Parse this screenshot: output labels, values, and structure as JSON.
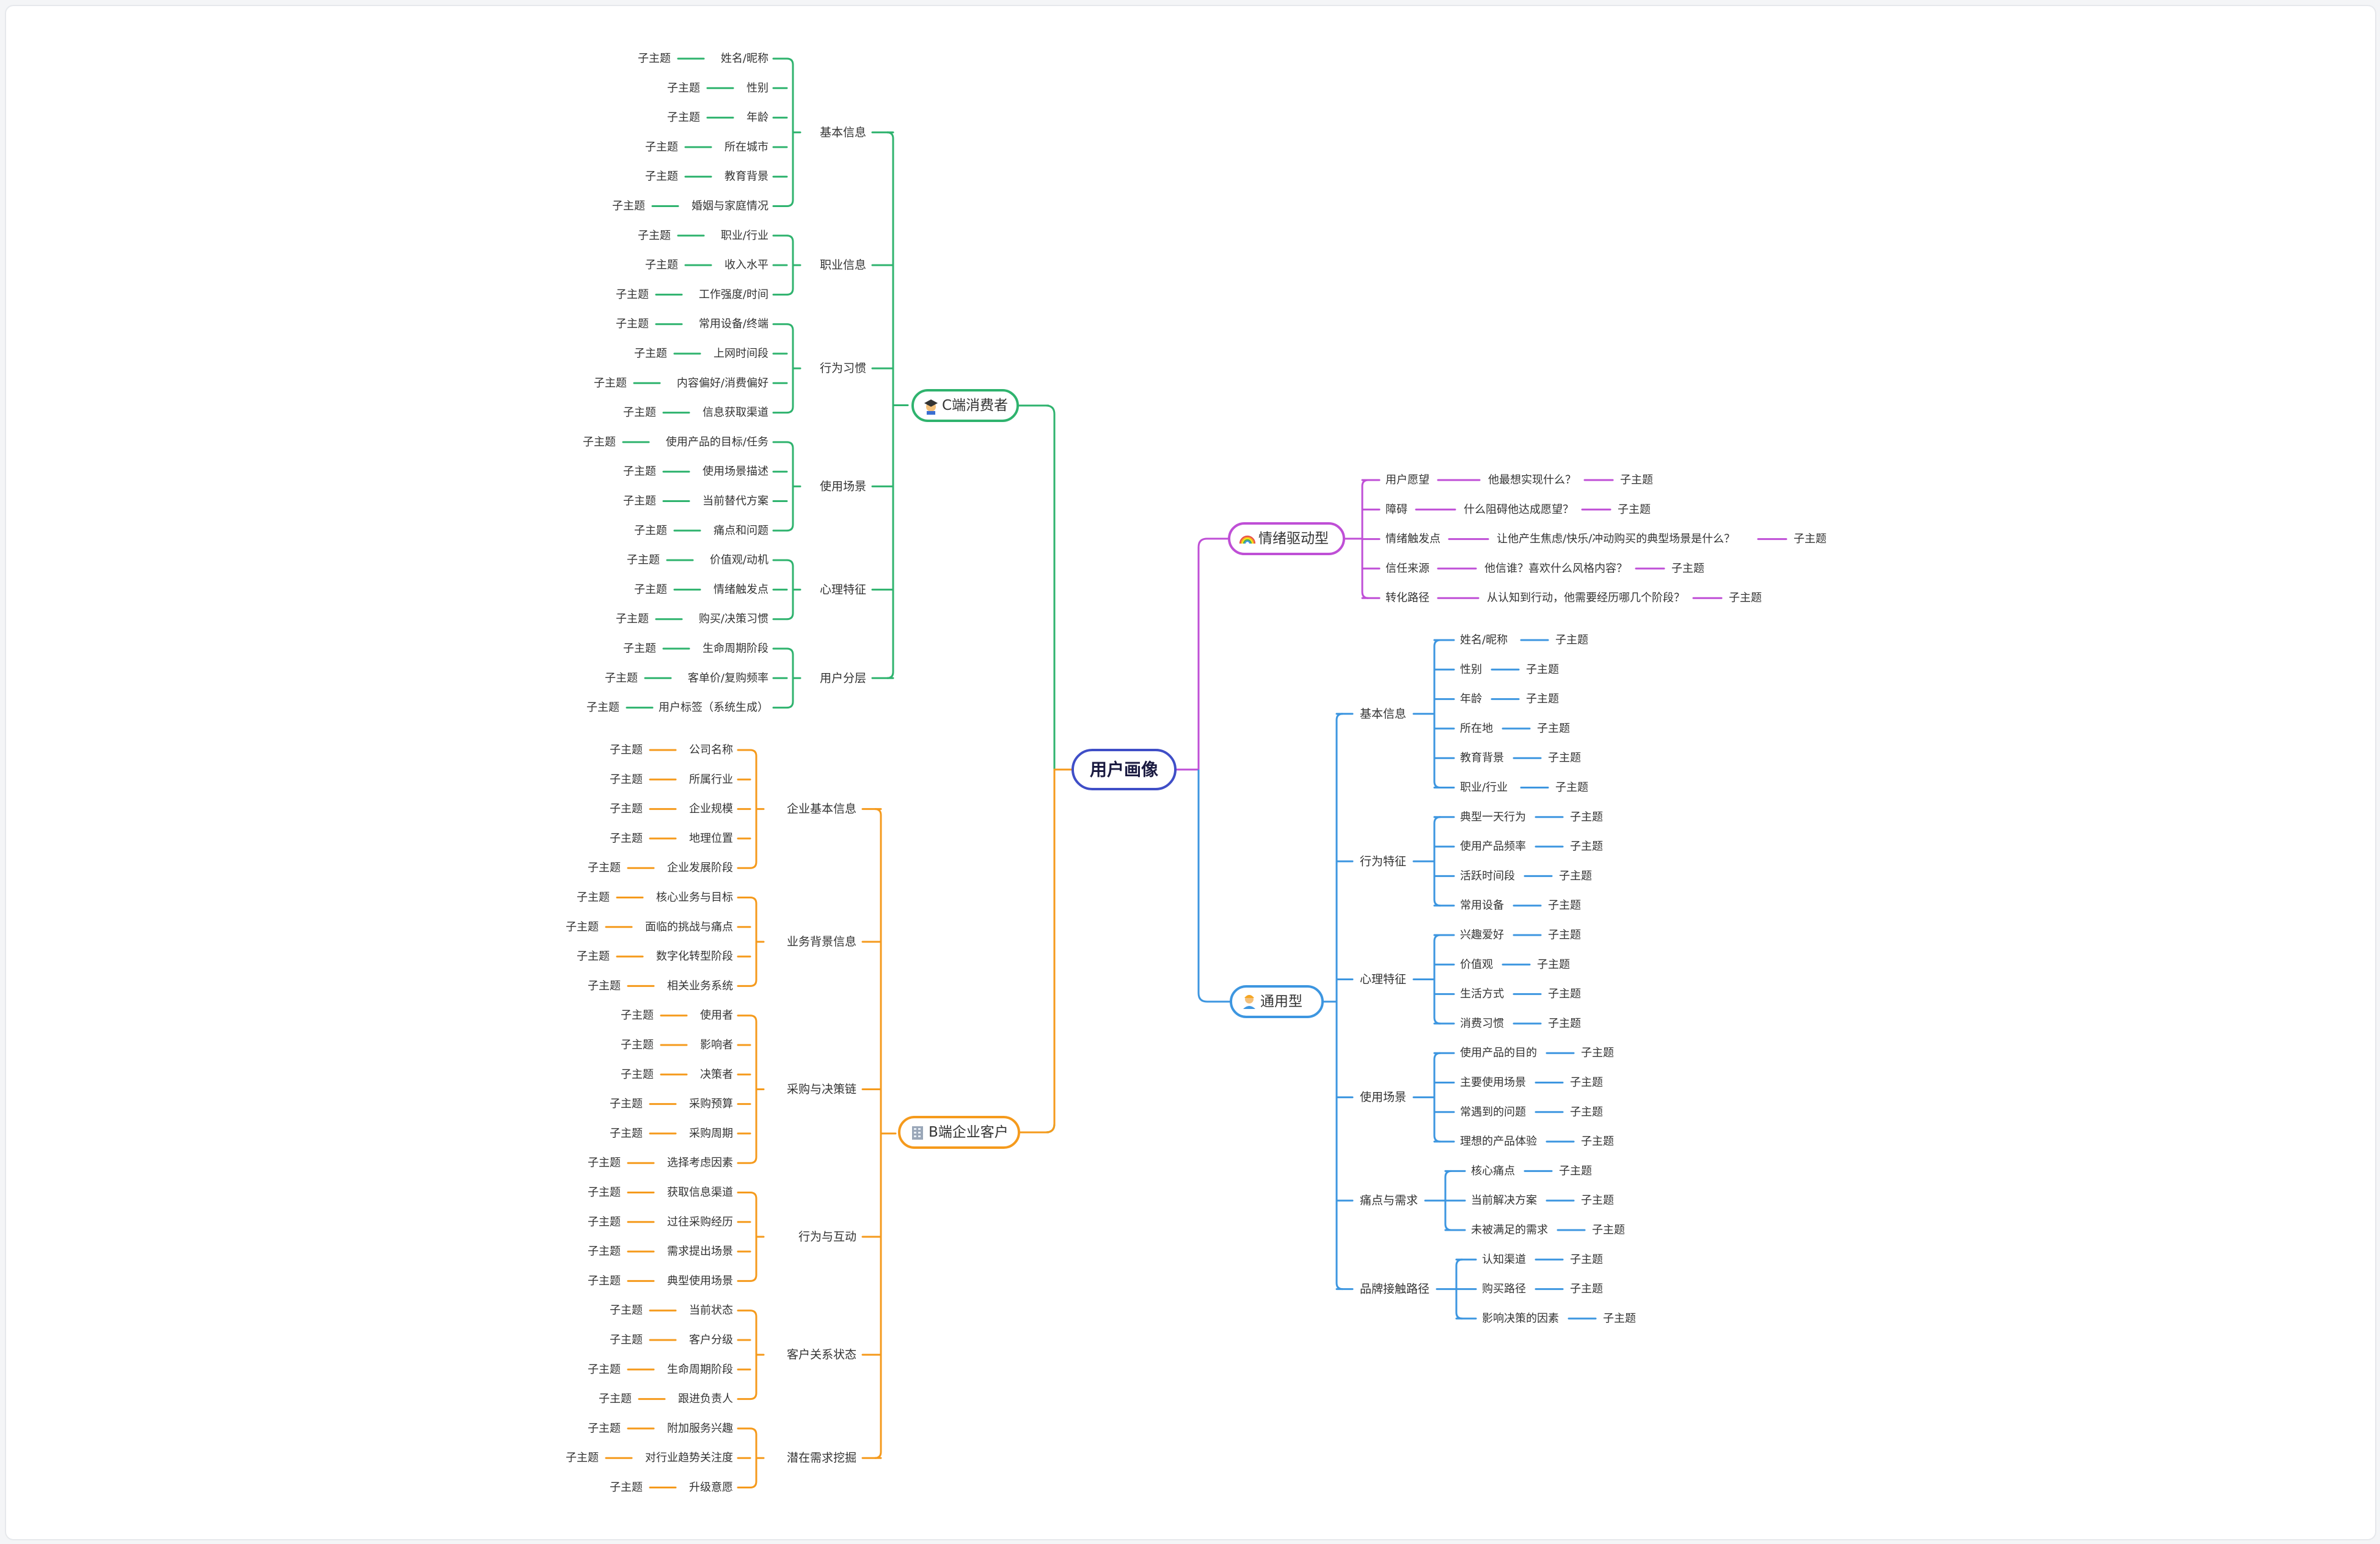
{
  "root": "用户画像",
  "subtopic": "子主题",
  "colors": {
    "c": "#2fb36e",
    "b": "#f59a1c",
    "e": "#bf4fd6",
    "g": "#3d96e0",
    "root": "#3f4ec7"
  },
  "branches": [
    {
      "key": "c",
      "label": "C端消费者",
      "icon": "student-icon",
      "groups": [
        {
          "label": "基本信息",
          "items": [
            "姓名/昵称",
            "性别",
            "年龄",
            "所在城市",
            "教育背景",
            "婚姻与家庭情况"
          ]
        },
        {
          "label": "职业信息",
          "items": [
            "职业/行业",
            "收入水平",
            "工作强度/时间"
          ]
        },
        {
          "label": "行为习惯",
          "items": [
            "常用设备/终端",
            "上网时间段",
            "内容偏好/消费偏好",
            "信息获取渠道"
          ]
        },
        {
          "label": "使用场景",
          "items": [
            "使用产品的目标/任务",
            "使用场景描述",
            "当前替代方案",
            "痛点和问题"
          ]
        },
        {
          "label": "心理特征",
          "items": [
            "价值观/动机",
            "情绪触发点",
            "购买/决策习惯"
          ]
        },
        {
          "label": "用户分层",
          "items": [
            "生命周期阶段",
            "客单价/复购频率",
            "用户标签（系统生成）"
          ]
        }
      ]
    },
    {
      "key": "b",
      "label": "B端企业客户",
      "icon": "building-icon",
      "groups": [
        {
          "label": "企业基本信息",
          "items": [
            "公司名称",
            "所属行业",
            "企业规模",
            "地理位置",
            "企业发展阶段"
          ]
        },
        {
          "label": "业务背景信息",
          "items": [
            "核心业务与目标",
            "面临的挑战与痛点",
            "数字化转型阶段",
            "相关业务系统"
          ]
        },
        {
          "label": "采购与决策链",
          "items": [
            "使用者",
            "影响者",
            "决策者",
            "采购预算",
            "采购周期",
            "选择考虑因素"
          ]
        },
        {
          "label": "行为与互动",
          "items": [
            "获取信息渠道",
            "过往采购经历",
            "需求提出场景",
            "典型使用场景"
          ]
        },
        {
          "label": "客户关系状态",
          "items": [
            "当前状态",
            "客户分级",
            "生命周期阶段",
            "跟进负责人"
          ]
        },
        {
          "label": "潜在需求挖掘",
          "items": [
            "附加服务兴趣",
            "对行业趋势关注度",
            "升级意愿"
          ]
        }
      ]
    },
    {
      "key": "e",
      "label": "情绪驱动型",
      "icon": "rainbow-icon",
      "rows": [
        {
          "label": "用户愿望",
          "q": "他最想实现什么？"
        },
        {
          "label": "障碍",
          "q": "什么阻碍他达成愿望？"
        },
        {
          "label": "情绪触发点",
          "q": "让他产生焦虑/快乐/冲动购买的典型场景是什么？"
        },
        {
          "label": "信任来源",
          "q": "他信谁？喜欢什么风格内容？"
        },
        {
          "label": "转化路径",
          "q": "从认知到行动，他需要经历哪几个阶段？"
        }
      ]
    },
    {
      "key": "g",
      "label": "通用型",
      "icon": "person-icon",
      "groups": [
        {
          "label": "基本信息",
          "items": [
            "姓名/昵称",
            "性别",
            "年龄",
            "所在地",
            "教育背景",
            "职业/行业"
          ]
        },
        {
          "label": "行为特征",
          "items": [
            "典型一天行为",
            "使用产品频率",
            "活跃时间段",
            "常用设备"
          ]
        },
        {
          "label": "心理特征",
          "items": [
            "兴趣爱好",
            "价值观",
            "生活方式",
            "消费习惯"
          ]
        },
        {
          "label": "使用场景",
          "items": [
            "使用产品的目的",
            "主要使用场景",
            "常遇到的问题",
            "理想的产品体验"
          ]
        },
        {
          "label": "痛点与需求",
          "items": [
            "核心痛点",
            "当前解决方案",
            "未被满足的需求"
          ]
        },
        {
          "label": "品牌接触路径",
          "items": [
            "认知渠道",
            "购买路径",
            "影响决策的因素"
          ]
        }
      ]
    }
  ]
}
